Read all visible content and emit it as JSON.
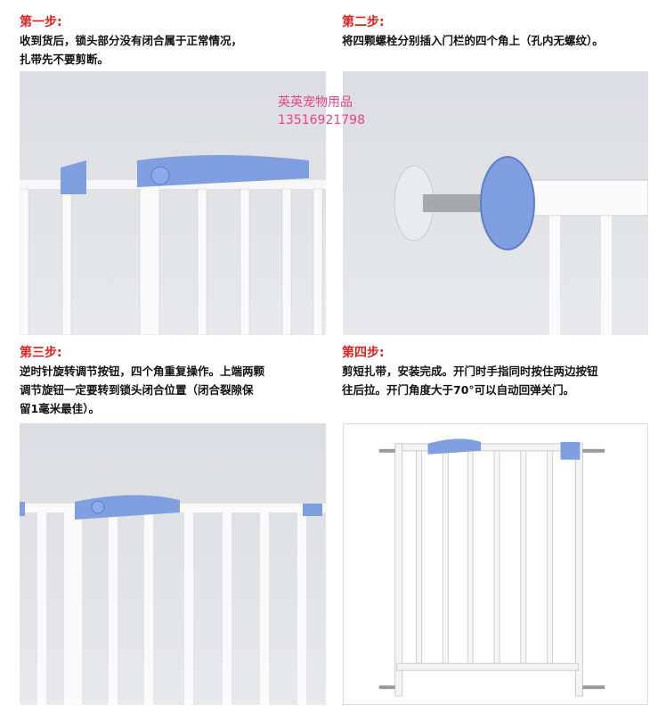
{
  "watermark": {
    "shop": "英英宠物用品",
    "phone": "13516921798"
  },
  "steps": [
    {
      "title": "第一步:",
      "lines": [
        "收到货后，锁头部分没有闭合属于正常情况，",
        "扎带先不要剪断。"
      ]
    },
    {
      "title": "第二步:",
      "lines": [
        "将四颗螺栓分别插入门栏的四个角上（孔内无螺纹）。"
      ]
    },
    {
      "title": "第三步:",
      "lines": [
        "逆时针旋转调节按钮，四个角重复操作。上端两颗",
        "调节旋钮一定要转到锁头闭合位置（闭合裂隙保",
        "留1毫米最佳）。"
      ]
    },
    {
      "title": "第四步:",
      "lines": [
        "剪短扎带，安装完成。开门时手指同时按住两边按钮",
        "往后拉。开门角度大于70°可以自动回弹关门。"
      ]
    }
  ],
  "colors": {
    "accent": "#e0201c",
    "lock": "#7f9fe0",
    "watermark": "#e8438a"
  }
}
